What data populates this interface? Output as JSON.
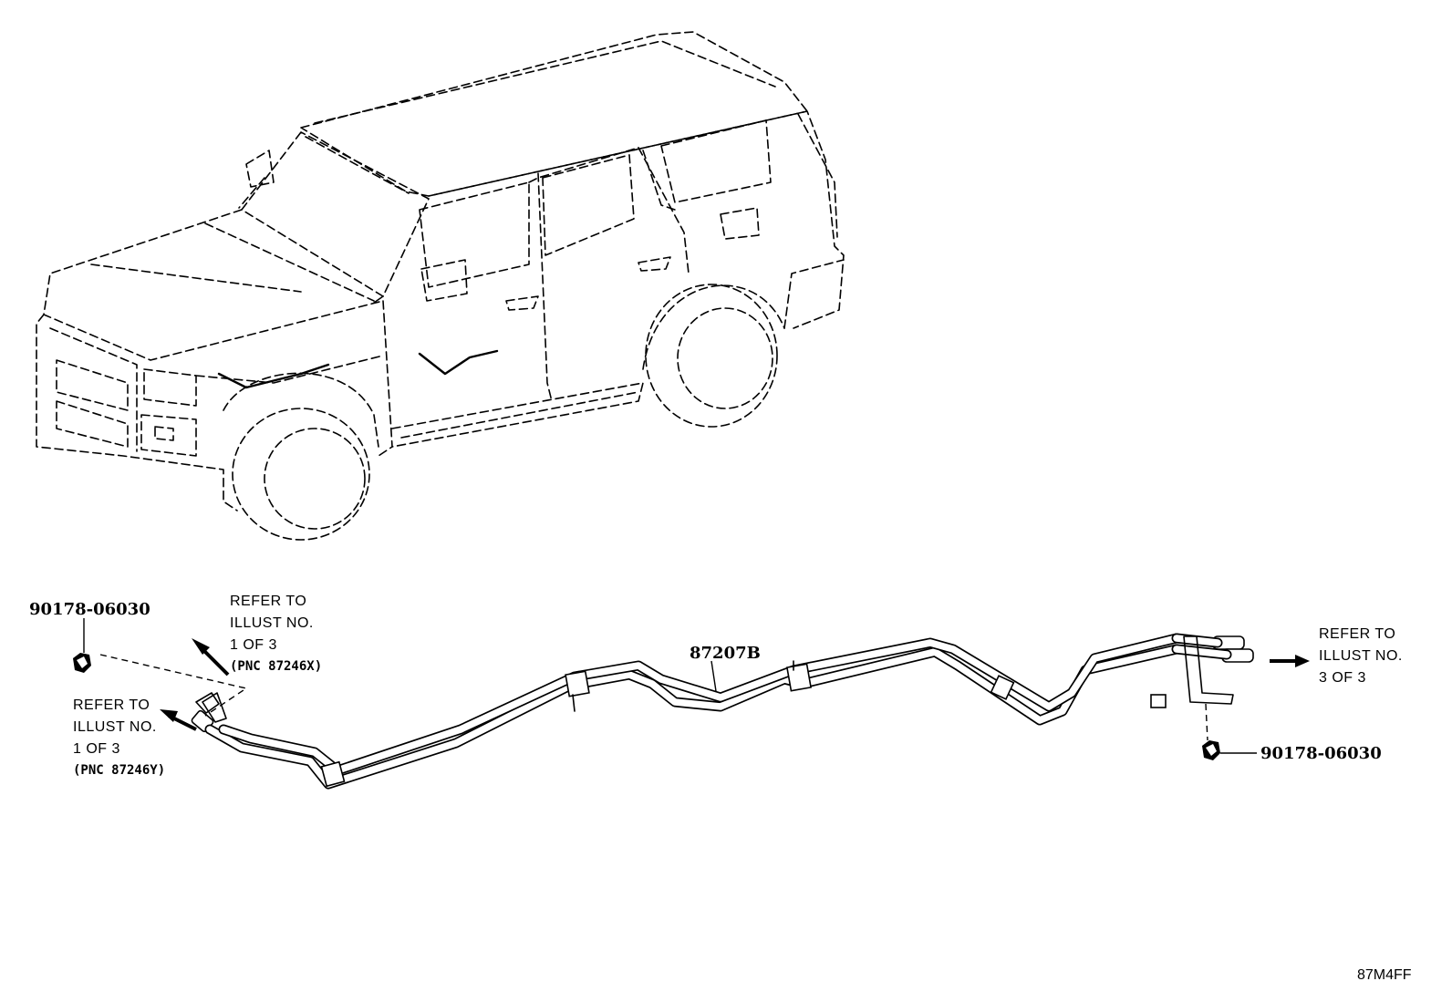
{
  "parts": {
    "main_hose": "87207B",
    "clip_left": "90178-06030",
    "clip_right": "90178-06030"
  },
  "refer_top_left": {
    "line1": "REFER TO",
    "line2": "ILLUST NO.",
    "line3": "1 OF 3",
    "line4": "(PNC 87246X)"
  },
  "refer_bottom_left": {
    "line1": "REFER TO",
    "line2": "ILLUST NO.",
    "line3": "1 OF 3",
    "line4": "(PNC 87246Y)"
  },
  "refer_right": {
    "line1": "REFER TO",
    "line2": "ILLUST NO.",
    "line3": "3 OF 3"
  },
  "illustration_code": "87M4FF"
}
